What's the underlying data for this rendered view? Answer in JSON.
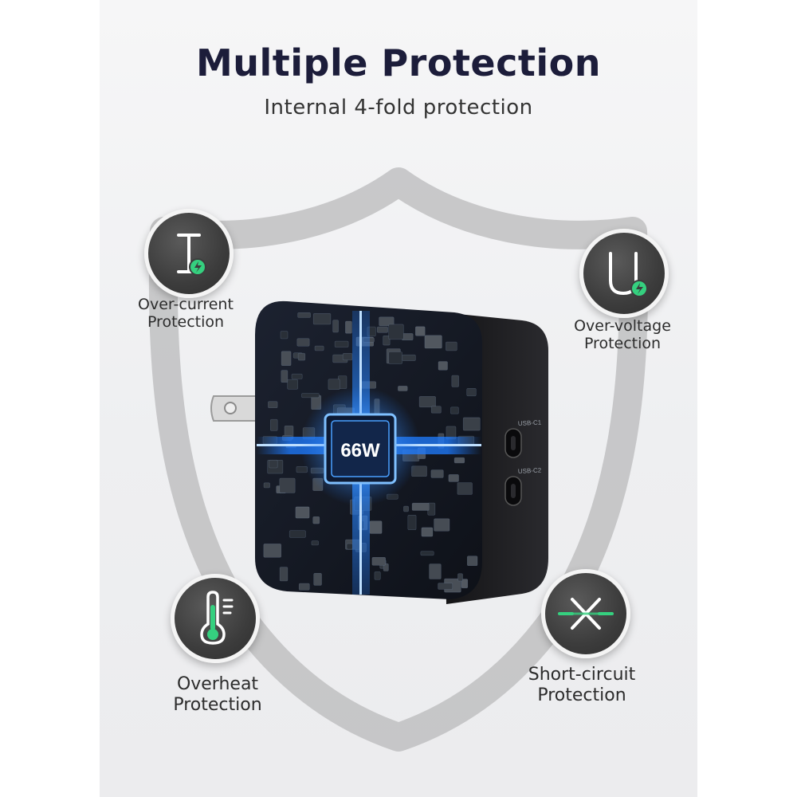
{
  "title": "Multiple Protection",
  "subtitle": "Internal 4-fold protection",
  "charger": {
    "chip_label": "66W",
    "port1_label": "USB-C1",
    "port2_label": "USB-C2"
  },
  "features": [
    {
      "icon": "over-current-icon",
      "line1": "Over-current",
      "line2": "Protection"
    },
    {
      "icon": "over-voltage-icon",
      "line1": "Over-voltage",
      "line2": "Protection"
    },
    {
      "icon": "thermometer-icon",
      "line1": "Overheat",
      "line2": "Protection"
    },
    {
      "icon": "short-circuit-icon",
      "line1": "Short-circuit",
      "line2": "Protection"
    }
  ],
  "colors": {
    "title": "#1c1d3a",
    "accent_green": "#35d07f",
    "circuit_blue": "#2f8cff",
    "badge": "#3f3f3f",
    "shield": "#b6b6b8"
  }
}
